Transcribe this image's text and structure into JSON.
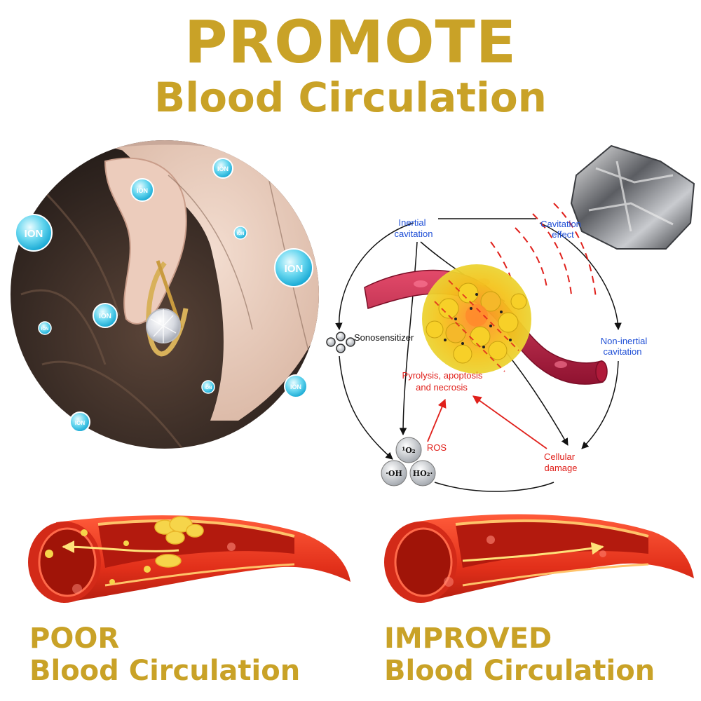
{
  "header": {
    "title": "PROMOTE",
    "subtitle": "Blood Circulation"
  },
  "ions": {
    "label": "ION"
  },
  "diagram": {
    "inertial_cavitation": [
      "Inertial",
      "cavitation"
    ],
    "cavitation_effect": [
      "Cavitation",
      "effect"
    ],
    "non_inertial_cavitation": [
      "Non-inertial",
      "cavitation"
    ],
    "sonosensitizer": "Sonosensitizer",
    "pyrolysis": [
      "Pyrolysis, apoptosis",
      "and necrosis"
    ],
    "ros": "ROS",
    "cellular_damage": [
      "Cellular",
      "damage"
    ],
    "molecules": [
      "¹O₂",
      "·OH",
      "HO₂·"
    ]
  },
  "captions": {
    "poor_line1": "POOR",
    "poor_line2": "Blood Circulation",
    "improved_line1": "IMPROVED",
    "improved_line2": "Blood Circulation"
  },
  "colors": {
    "gold": "#c9a227",
    "vessel_red": "#e23a1c",
    "diagram_blue": "#1f4fd6",
    "diagram_red": "#e0201b",
    "ion_cyan": "#3fc6e6"
  }
}
